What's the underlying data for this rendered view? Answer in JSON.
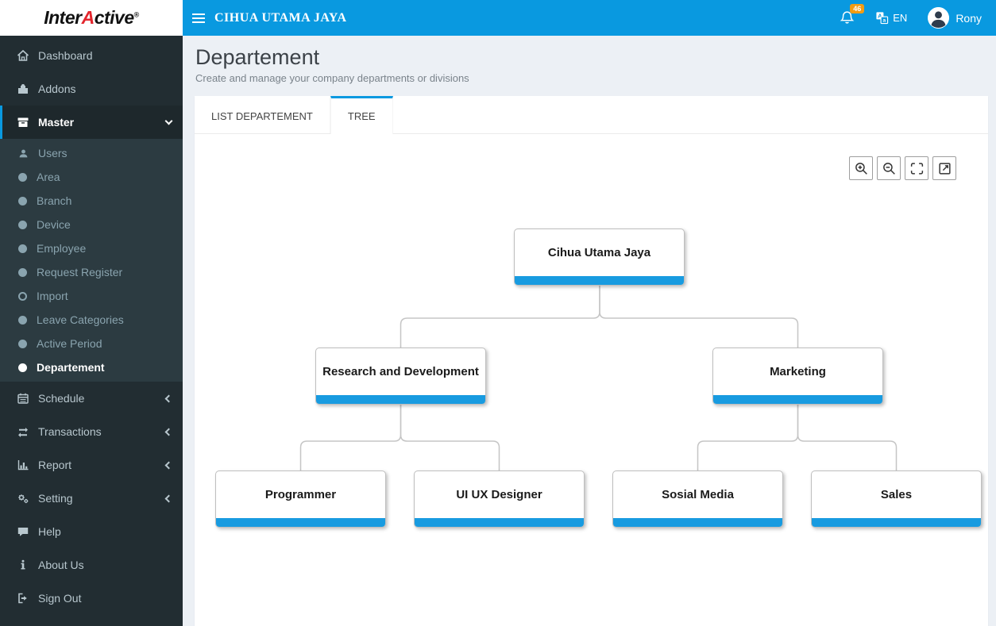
{
  "brand": {
    "text_before": "Inter",
    "accent_letter": "A",
    "text_after": "ctive",
    "registered": "®"
  },
  "topbar": {
    "company": "CIHUA UTAMA JAYA",
    "notification_count": "46",
    "language": "EN",
    "user": "Rony"
  },
  "sidebar": {
    "items": [
      {
        "label": "Dashboard",
        "icon": "home-icon"
      },
      {
        "label": "Addons",
        "icon": "puzzle-icon"
      },
      {
        "label": "Master",
        "icon": "archive-box-icon",
        "active": true,
        "expanded": true,
        "children": [
          {
            "label": "Users",
            "icon": "user-icon"
          },
          {
            "label": "Area",
            "icon": "circle-icon"
          },
          {
            "label": "Branch",
            "icon": "circle-icon"
          },
          {
            "label": "Device",
            "icon": "circle-icon"
          },
          {
            "label": "Employee",
            "icon": "circle-icon"
          },
          {
            "label": "Request Register",
            "icon": "circle-icon"
          },
          {
            "label": "Import",
            "icon": "circle-outline-icon"
          },
          {
            "label": "Leave Categories",
            "icon": "circle-icon"
          },
          {
            "label": "Active Period",
            "icon": "circle-icon"
          },
          {
            "label": "Departement",
            "icon": "circle-icon",
            "active": true
          }
        ]
      },
      {
        "label": "Schedule",
        "icon": "calendar-icon",
        "collapsible": true
      },
      {
        "label": "Transactions",
        "icon": "exchange-icon",
        "collapsible": true
      },
      {
        "label": "Report",
        "icon": "bar-chart-icon",
        "collapsible": true
      },
      {
        "label": "Setting",
        "icon": "gears-icon",
        "collapsible": true
      },
      {
        "label": "Help",
        "icon": "comment-icon"
      },
      {
        "label": "About Us",
        "icon": "info-icon"
      },
      {
        "label": "Sign Out",
        "icon": "sign-out-icon"
      }
    ]
  },
  "header": {
    "title": "Departement",
    "subtitle": "Create and manage your company departments or divisions"
  },
  "tabs": [
    {
      "label": "LIST DEPARTEMENT",
      "active": false
    },
    {
      "label": "TREE",
      "active": true
    }
  ],
  "tree_toolbar": {
    "buttons": [
      "zoom-in",
      "zoom-out",
      "fit-to-screen",
      "open-external"
    ]
  },
  "org_tree": {
    "nodes": [
      {
        "label": "Cihua Utama Jaya"
      },
      {
        "label": "Research and Development"
      },
      {
        "label": "Marketing"
      },
      {
        "label": "Programmer"
      },
      {
        "label": "UI UX Designer"
      },
      {
        "label": "Sosial Media"
      },
      {
        "label": "Sales"
      }
    ],
    "edges": [
      [
        "Cihua Utama Jaya",
        "Research and Development"
      ],
      [
        "Cihua Utama Jaya",
        "Marketing"
      ],
      [
        "Research and Development",
        "Programmer"
      ],
      [
        "Research and Development",
        "UI UX Designer"
      ],
      [
        "Marketing",
        "Sosial Media"
      ],
      [
        "Marketing",
        "Sales"
      ]
    ]
  },
  "colors": {
    "topbar": "#0999e0",
    "accent": "#0999e0",
    "sidebar_bg": "#222d32",
    "sidebar_submenu_bg": "#2c3b41",
    "sidebar_active_bg": "#1e282c",
    "badge_bg": "#f39c12",
    "page_bg": "#ecf0f5",
    "node_bar": "#189be0",
    "logo_accent": "#e3262d"
  }
}
